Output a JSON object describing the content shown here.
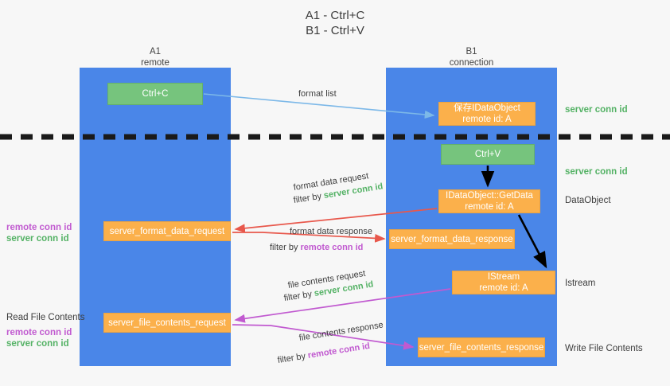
{
  "title": {
    "line1": "A1 - Ctrl+C",
    "line2": "B1 - Ctrl+V"
  },
  "lanes": [
    {
      "id": "a1",
      "name": "A1",
      "sub": "remote",
      "color": "#4a86e8"
    },
    {
      "id": "b1",
      "name": "B1",
      "sub": "connection",
      "color": "#4a86e8"
    }
  ],
  "nodes": {
    "ctrl_c": "Ctrl+C",
    "idataobject": "保存IDataObject\nremote id: A",
    "ctrl_v": "Ctrl+V",
    "getdata": "IDataObject::GetData\nremote id: A",
    "server_format_data_request": "server_format_data_request",
    "server_format_data_response": "server_format_data_response",
    "istream": "IStream\nremote id: A",
    "server_file_contents_request": "server_file_contents_request",
    "server_file_contents_response": "server_file_contents_response"
  },
  "edges": {
    "format_list": "format list",
    "format_data_request": "format data request",
    "format_data_request_filter_prefix": "filter by ",
    "format_data_request_filter_value": "server conn id",
    "format_data_response": "format data response",
    "format_data_response_filter_prefix": "filter by ",
    "format_data_response_filter_value": "remote conn id",
    "file_contents_request": "file contents request",
    "file_contents_request_filter_prefix": "filter by ",
    "file_contents_request_filter_value": "server conn id",
    "file_contents_response": "file contents response",
    "file_contents_response_filter_prefix": "filter by ",
    "file_contents_response_filter_value": "remote conn id"
  },
  "right_labels": {
    "server_conn_id_top": "server conn id",
    "server_conn_id_mid": "server conn id",
    "dataobject": "DataObject",
    "istream": "Istream",
    "write_file_contents": "Write File Contents"
  },
  "left_labels": {
    "remote_conn_id_1": "remote conn id",
    "server_conn_id_1": "server conn id",
    "read_file_contents": "Read File Contents",
    "remote_conn_id_2": "remote conn id",
    "server_conn_id_2": "server conn id"
  },
  "colors": {
    "lane": "#4a86e8",
    "green_box": "#76c47d",
    "orange_box": "#fbb04b",
    "green_text": "#54b265",
    "magenta_text": "#c15ad0",
    "red_arrow": "#e8584c",
    "blue_arrow": "#7cb8e8",
    "magenta_arrow": "#c15ad0",
    "black_arrow": "#000000",
    "divider": "#1a1a1a",
    "background": "#f7f7f7"
  }
}
